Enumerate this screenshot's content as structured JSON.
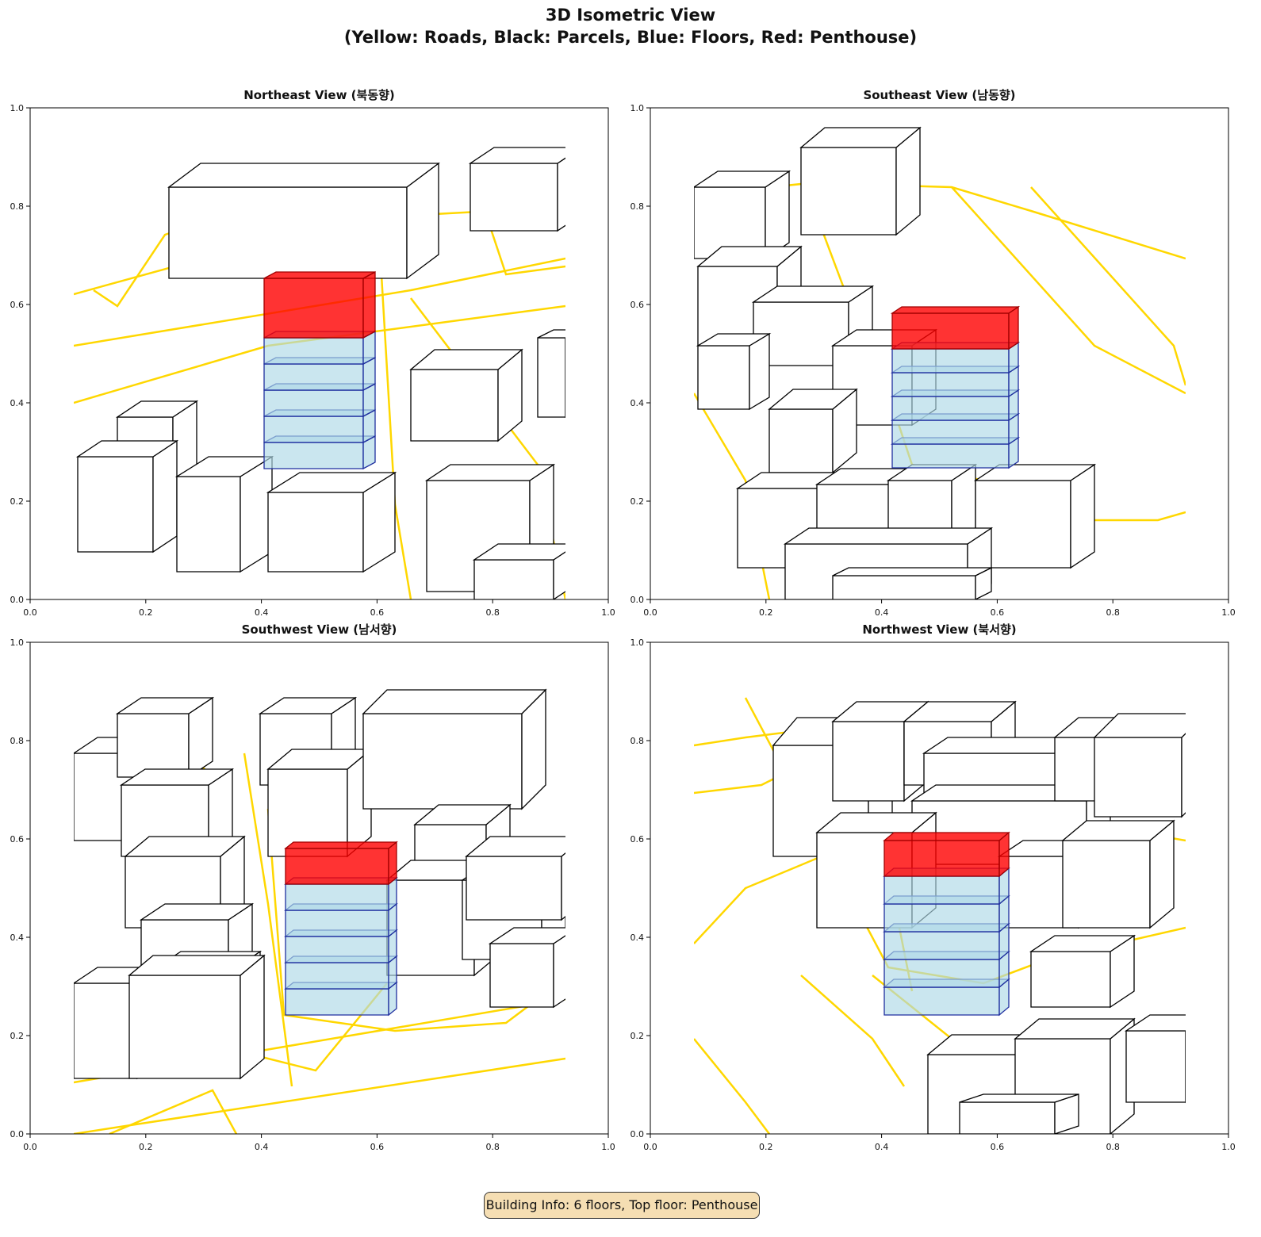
{
  "figure": {
    "title_line1": "3D Isometric View",
    "title_line2": "(Yellow: Roads, Black: Parcels, Blue: Floors, Red: Penthouse)",
    "info_box": "Building Info: 6 floors, Top floor: Penthouse"
  },
  "colors": {
    "roads": "#ffd700",
    "parcels": "#000000",
    "floors": "#add8e6",
    "floor_edges": "#1f2f9f",
    "penthouse": "#ff0000"
  },
  "chart_data": [
    {
      "type": "3d-isometric",
      "title": "Northeast View (북동향)",
      "xlim": [
        0,
        1
      ],
      "ylim": [
        0,
        1
      ],
      "xticks": [
        "0.0",
        "0.2",
        "0.4",
        "0.6",
        "0.8",
        "1.0"
      ],
      "yticks": [
        "0.0",
        "0.2",
        "0.4",
        "0.6",
        "0.8",
        "1.0"
      ]
    },
    {
      "type": "3d-isometric",
      "title": "Southeast View (남동향)",
      "xlim": [
        0,
        1
      ],
      "ylim": [
        0,
        1
      ],
      "xticks": [
        "0.0",
        "0.2",
        "0.4",
        "0.6",
        "0.8",
        "1.0"
      ],
      "yticks": [
        "0.0",
        "0.2",
        "0.4",
        "0.6",
        "0.8",
        "1.0"
      ]
    },
    {
      "type": "3d-isometric",
      "title": "Southwest View (남서향)",
      "xlim": [
        0,
        1
      ],
      "ylim": [
        0,
        1
      ],
      "xticks": [
        "0.0",
        "0.2",
        "0.4",
        "0.6",
        "0.8",
        "1.0"
      ],
      "yticks": [
        "0.0",
        "0.2",
        "0.4",
        "0.6",
        "0.8",
        "1.0"
      ]
    },
    {
      "type": "3d-isometric",
      "title": "Northwest View (북서향)",
      "xlim": [
        0,
        1
      ],
      "ylim": [
        0,
        1
      ],
      "xticks": [
        "0.0",
        "0.2",
        "0.4",
        "0.6",
        "0.8",
        "1.0"
      ],
      "yticks": [
        "0.0",
        "0.2",
        "0.4",
        "0.6",
        "0.8",
        "1.0"
      ]
    }
  ],
  "building": {
    "floors": 6,
    "top_floor": "Penthouse"
  }
}
